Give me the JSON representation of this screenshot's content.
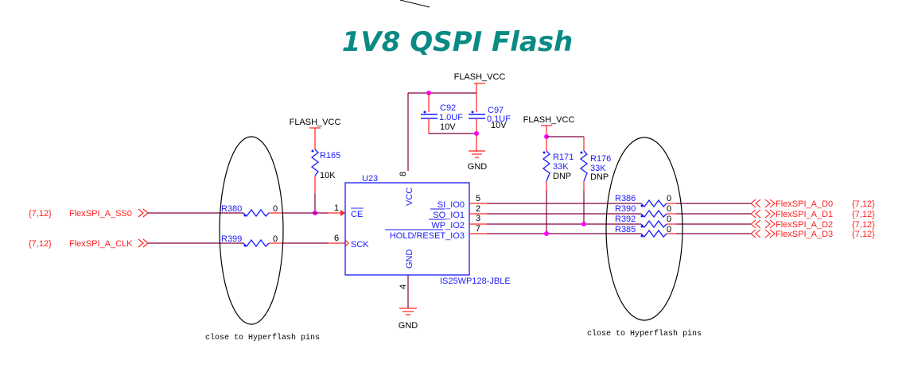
{
  "title": "1V8 QSPI Flash",
  "colors": {
    "title": "#0a8a84",
    "wire": "#800040",
    "pin": "#ff2020",
    "component": "#1a1aff",
    "text_dark": "#000000",
    "junction": "#ff00ff",
    "port": "#ff2020"
  },
  "power": {
    "vcc_label": "FLASH_VCC",
    "gnd_label": "GND"
  },
  "capacitors": [
    {
      "ref": "C92",
      "value": "1.0UF",
      "voltage": "10V"
    },
    {
      "ref": "C97",
      "value": "0.1UF",
      "voltage": "10V"
    }
  ],
  "resistors": {
    "pullup_ce": {
      "ref": "R165",
      "value": "10K"
    },
    "pullup_io3": {
      "ref": "R171",
      "value": "33K",
      "note": "DNP"
    },
    "pullup_io2": {
      "ref": "R176",
      "value": "33K",
      "note": "DNP"
    },
    "series_left": [
      {
        "ref": "R380",
        "value": "0"
      },
      {
        "ref": "R399",
        "value": "0"
      }
    ],
    "series_right": [
      {
        "ref": "R386",
        "value": "0"
      },
      {
        "ref": "R390",
        "value": "0"
      },
      {
        "ref": "R392",
        "value": "0"
      },
      {
        "ref": "R385",
        "value": "0"
      }
    ]
  },
  "ic": {
    "ref": "U23",
    "part": "IS25WP128-JBLE",
    "pins_left": [
      {
        "num": "1",
        "name": "CE"
      },
      {
        "num": "6",
        "name": "SCK"
      }
    ],
    "pins_right": [
      {
        "num": "5",
        "name": "SI_IO0"
      },
      {
        "num": "2",
        "name": "SO_IO1"
      },
      {
        "num": "3",
        "name": "WP_IO2"
      },
      {
        "num": "7",
        "name": "HOLD/RESET_IO3"
      }
    ],
    "pin_top": {
      "num": "8",
      "name": "VCC"
    },
    "pin_bottom": {
      "num": "4",
      "name": "GND"
    }
  },
  "ports_left": [
    {
      "sheet": "{7,12}",
      "net": "FlexSPI_A_SS0"
    },
    {
      "sheet": "{7,12}",
      "net": "FlexSPI_A_CLK"
    }
  ],
  "ports_right": [
    {
      "net": "FlexSPI_A_D0",
      "sheet": "{7,12}"
    },
    {
      "net": "FlexSPI_A_D1",
      "sheet": "{7,12}"
    },
    {
      "net": "FlexSPI_A_D2",
      "sheet": "{7,12}"
    },
    {
      "net": "FlexSPI_A_D3",
      "sheet": "{7,12}"
    }
  ],
  "notes": {
    "left": "close to Hyperflash pins",
    "right": "close to Hyperflash pins"
  }
}
